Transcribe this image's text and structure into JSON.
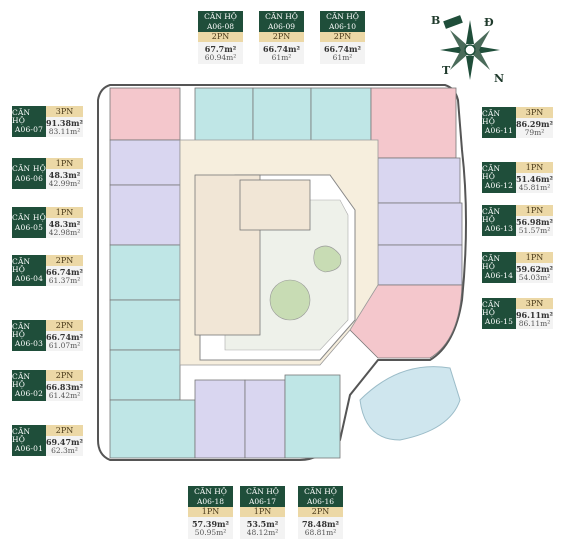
{
  "compass": {
    "north": "B",
    "east": "Đ",
    "west": "T",
    "south": "N",
    "colors": {
      "dark": "#1f4e3a",
      "light": "#ffffff"
    }
  },
  "colors": {
    "studio_1pn": "#d9d6f0",
    "unit_2pn": "#bfe6e6",
    "unit_3pn": "#f4c7cc",
    "core": "#f1e6d6",
    "garden": "#dfe6d6",
    "pool": "#cfe6ee"
  },
  "units": [
    {
      "id": "a06-07",
      "label": "CĂN HỘ",
      "code": "A06-07",
      "type": "3PN",
      "area1": "91.38m²",
      "area2": "83.11m²"
    },
    {
      "id": "a06-06",
      "label": "CĂN HỘ",
      "code": "A06-06",
      "type": "1PN",
      "area1": "48.3m²",
      "area2": "42.99m²"
    },
    {
      "id": "a06-05",
      "label": "CĂN HỘ",
      "code": "A06-05",
      "type": "1PN",
      "area1": "48.3m²",
      "area2": "42.98m²"
    },
    {
      "id": "a06-04",
      "label": "CĂN HỘ",
      "code": "A06-04",
      "type": "2PN",
      "area1": "66.74m²",
      "area2": "61.37m²"
    },
    {
      "id": "a06-03",
      "label": "CĂN HỘ",
      "code": "A06-03",
      "type": "2PN",
      "area1": "66.74m²",
      "area2": "61.07m²"
    },
    {
      "id": "a06-02",
      "label": "CĂN HỘ",
      "code": "A06-02",
      "type": "2PN",
      "area1": "66.83m²",
      "area2": "61.42m²"
    },
    {
      "id": "a06-01",
      "label": "CĂN HỘ",
      "code": "A06-01",
      "type": "2PN",
      "area1": "69.47m²",
      "area2": "62.3m²"
    },
    {
      "id": "a06-08",
      "label": "CĂN HỘ",
      "code": "A06-08",
      "type": "2PN",
      "area1": "67.7m²",
      "area2": "60.94m²"
    },
    {
      "id": "a06-09",
      "label": "CĂN HỘ",
      "code": "A06-09",
      "type": "2PN",
      "area1": "66.74m²",
      "area2": "61m²"
    },
    {
      "id": "a06-10",
      "label": "CĂN HỘ",
      "code": "A06-10",
      "type": "2PN",
      "area1": "66.74m²",
      "area2": "61m²"
    },
    {
      "id": "a06-11",
      "label": "CĂN HỘ",
      "code": "A06-11",
      "type": "3PN",
      "area1": "86.29m²",
      "area2": "79m²"
    },
    {
      "id": "a06-12",
      "label": "CĂN HỘ",
      "code": "A06-12",
      "type": "1PN",
      "area1": "51.46m²",
      "area2": "45.81m²"
    },
    {
      "id": "a06-13",
      "label": "CĂN HỘ",
      "code": "A06-13",
      "type": "1PN",
      "area1": "56.98m²",
      "area2": "51.57m²"
    },
    {
      "id": "a06-14",
      "label": "CĂN HỘ",
      "code": "A06-14",
      "type": "1PN",
      "area1": "59.62m²",
      "area2": "54.03m²"
    },
    {
      "id": "a06-15",
      "label": "CĂN HỘ",
      "code": "A06-15",
      "type": "3PN",
      "area1": "96.11m²",
      "area2": "86.11m²"
    },
    {
      "id": "a06-18",
      "label": "CĂN HỘ",
      "code": "A06-18",
      "type": "1PN",
      "area1": "57.39m²",
      "area2": "50.95m²"
    },
    {
      "id": "a06-17",
      "label": "CĂN HỘ",
      "code": "A06-17",
      "type": "1PN",
      "area1": "53.5m²",
      "area2": "48.12m²"
    },
    {
      "id": "a06-16",
      "label": "CĂN HỘ",
      "code": "A06-16",
      "type": "2PN",
      "area1": "78.48m²",
      "area2": "68.81m²"
    }
  ]
}
